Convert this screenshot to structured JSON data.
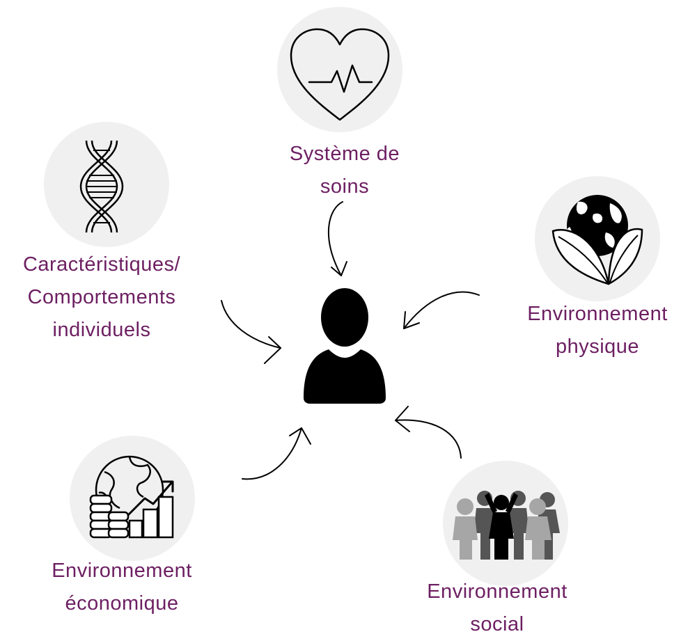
{
  "center": {
    "icon": "person-icon"
  },
  "nodes": {
    "soins": {
      "icon": "heart-pulse-icon",
      "lines": [
        "Système de",
        "soins"
      ]
    },
    "individuel": {
      "icon": "dna-icon",
      "lines": [
        "Caractéristiques/",
        "Comportements",
        "individuels"
      ]
    },
    "physique": {
      "icon": "earth-plant-icon",
      "lines": [
        "Environnement",
        "physique"
      ]
    },
    "economique": {
      "icon": "globe-growth-coins-icon",
      "lines": [
        "Environnement",
        "économique"
      ]
    },
    "social": {
      "icon": "crowd-icon",
      "lines": [
        "Environnement",
        "social"
      ]
    }
  },
  "colors": {
    "label": "#6d1f62",
    "circle": "#f0f0f0",
    "icon": "#000000"
  }
}
